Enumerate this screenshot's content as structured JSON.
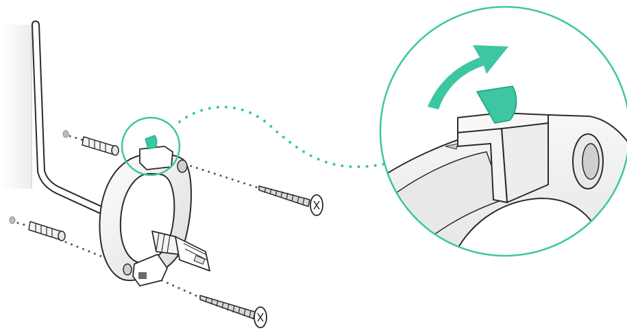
{
  "figure": {
    "kind": "installation-illustration",
    "parts": [
      "wall",
      "ethernet-cable",
      "mounting-ring",
      "wall-plugs",
      "screws",
      "latch-tab",
      "rj45-connector"
    ],
    "zoom_detail": "latch-tab",
    "colors": {
      "accent": "#3cc6a1",
      "accent_dark": "#1f9e7c",
      "outline": "#2a2a2a",
      "plastic": "#f2f2f2",
      "plastic_shade": "#d9d9d9",
      "metal": "#c9c9c9",
      "dots": "#555555",
      "wall_shadow": "#e9e9e9"
    },
    "icons": [
      "curved-arrow-icon",
      "tab-icon"
    ]
  }
}
